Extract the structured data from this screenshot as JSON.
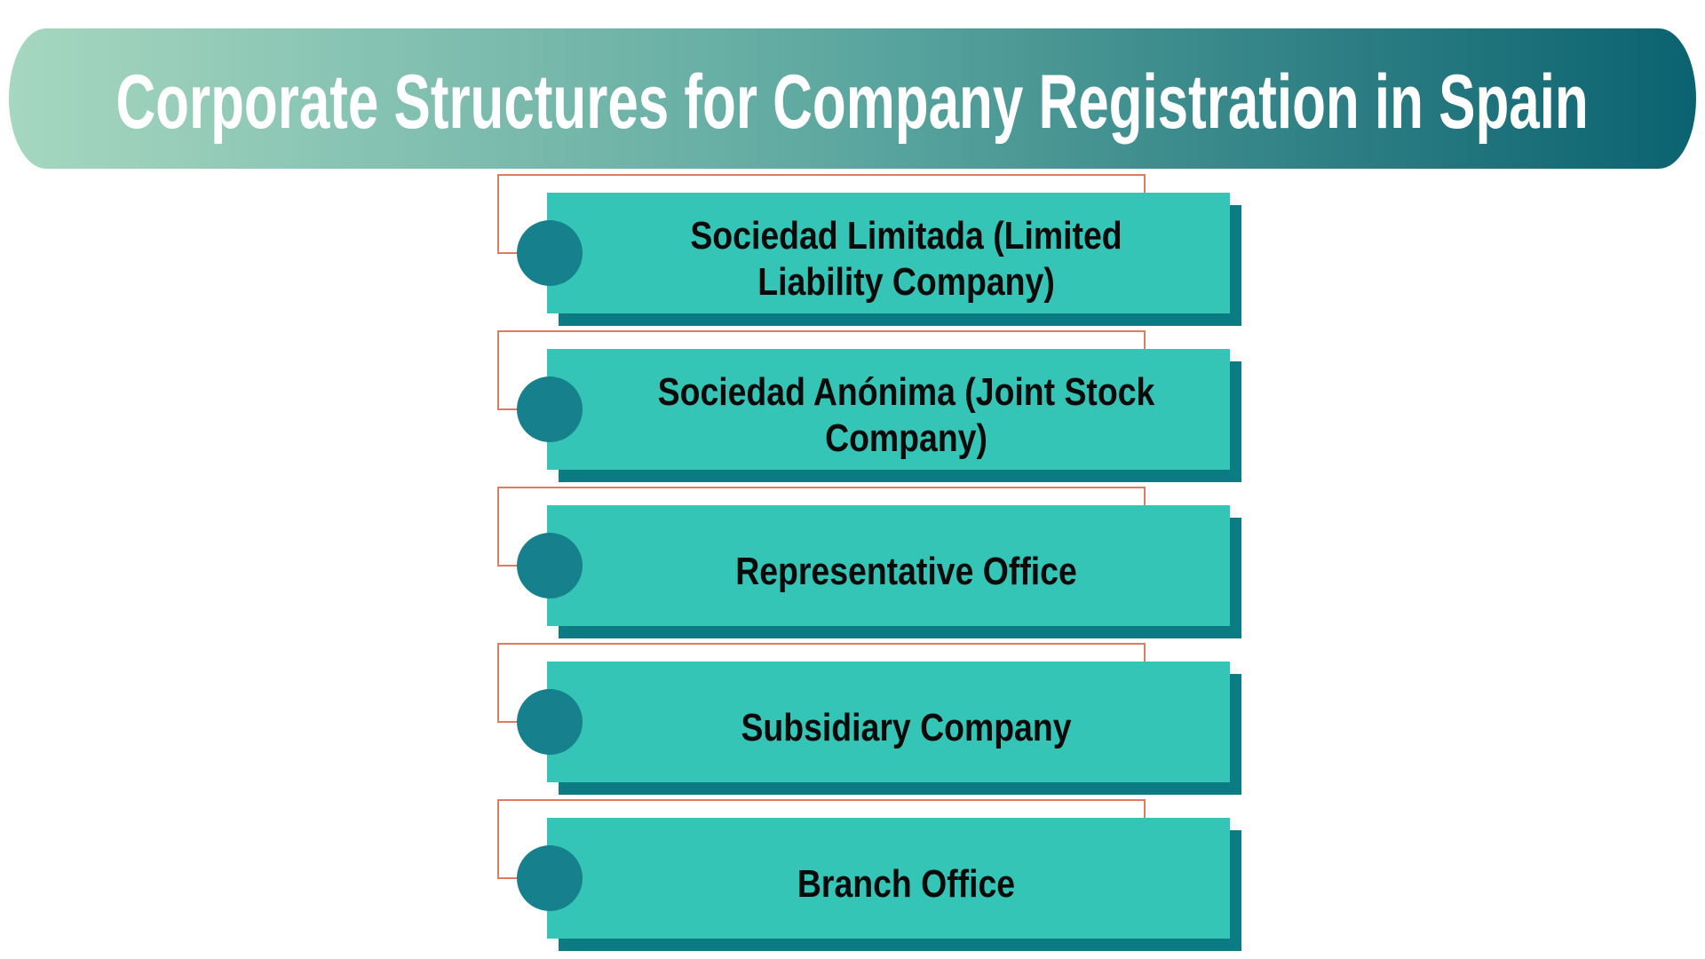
{
  "header": {
    "title": "Corporate Structures for Company Registration in Spain"
  },
  "items": [
    {
      "label": "Sociedad Limitada (Limited Liability Company)"
    },
    {
      "label": "Sociedad Anónima (Joint Stock Company)"
    },
    {
      "label": "Representative Office"
    },
    {
      "label": "Subsidiary Company"
    },
    {
      "label": "Branch Office"
    }
  ],
  "colors": {
    "background": "#FFFFFF",
    "banner_gradient_start": "#A6D7C0",
    "banner_gradient_end": "#0B6270",
    "title_text": "#FFFFFF",
    "box_fill": "#34C5B6",
    "box_shadow": "#0B7B84",
    "bullet_circle": "#16818D",
    "connector_line": "#DD7C60",
    "item_text": "#0A0A0A"
  }
}
